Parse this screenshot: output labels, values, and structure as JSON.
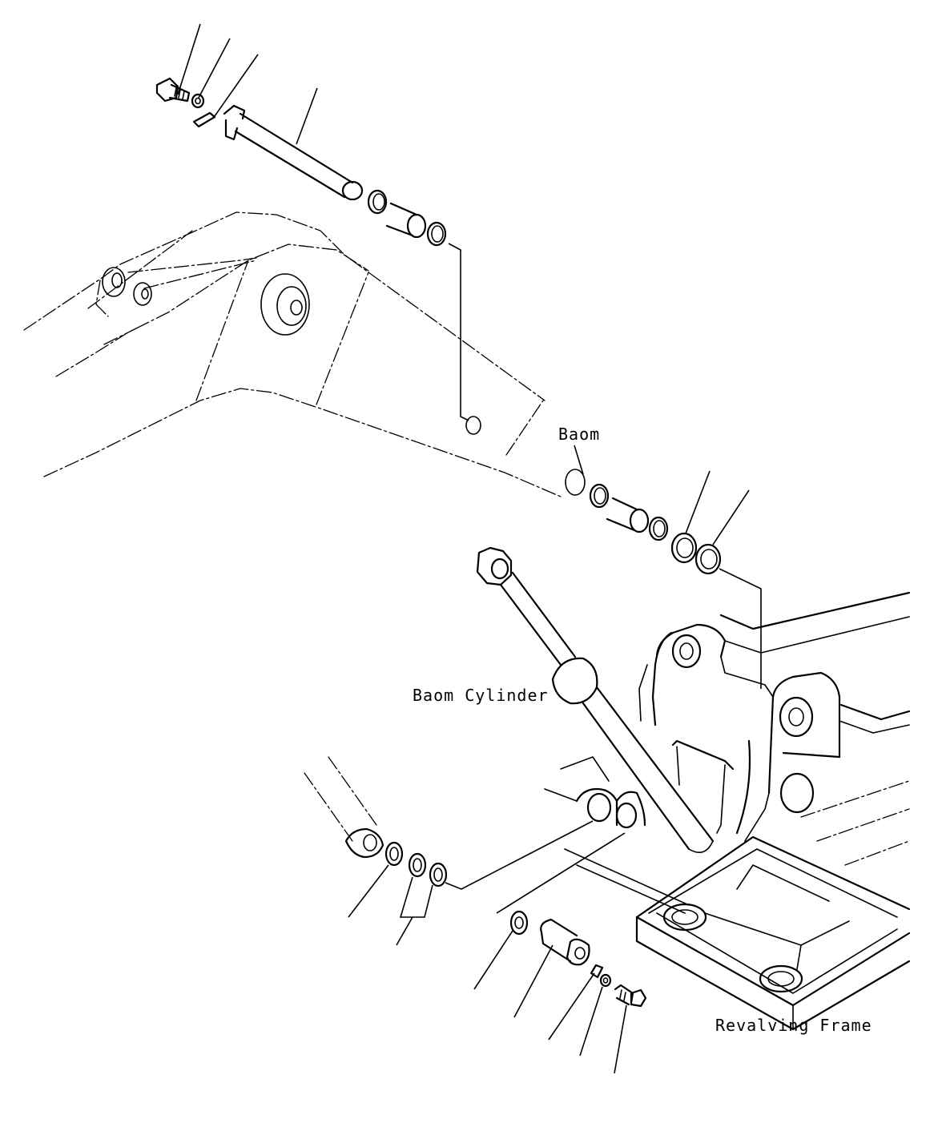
{
  "labels": {
    "boom": "Baom",
    "boom_cylinder": "Baom Cylinder",
    "revolving_frame": "Revalving Frame"
  }
}
